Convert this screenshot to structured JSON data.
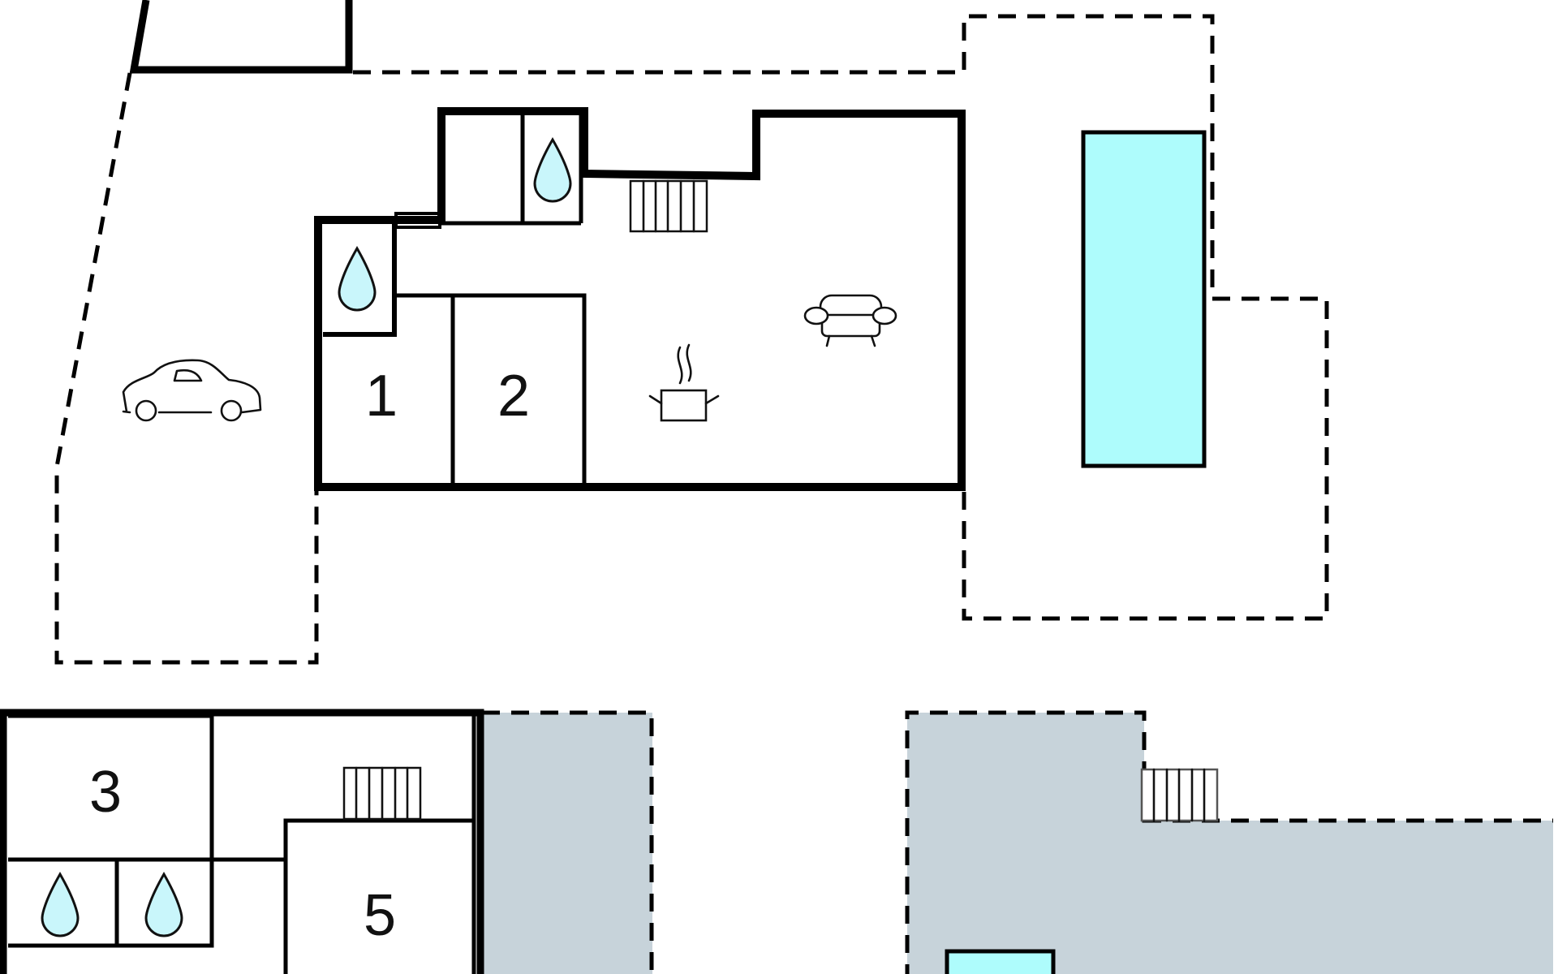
{
  "diagram": {
    "type": "floor-plan",
    "colors": {
      "wall": "#000000",
      "pool": "#aefcfc",
      "water_drop": "#c9f6fb",
      "terrace": "#c7d3da",
      "background": "#ffffff"
    },
    "rooms": {
      "room_1": "1",
      "room_2": "2",
      "room_3": "3",
      "room_5": "5"
    },
    "icons": [
      "car-icon",
      "kitchen-pot-icon",
      "sofa-icon",
      "water-drop-icon",
      "stairs-icon",
      "pool-icon"
    ]
  }
}
